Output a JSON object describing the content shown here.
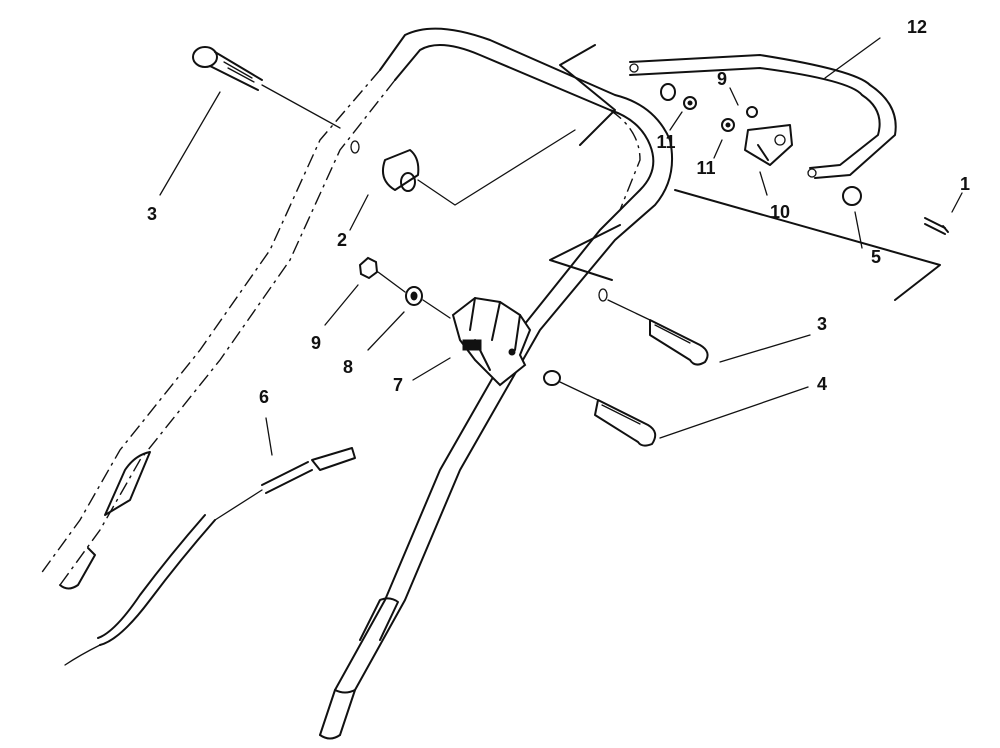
{
  "diagram": {
    "callouts": [
      {
        "id": "c1",
        "text": "1"
      },
      {
        "id": "c2",
        "text": "2"
      },
      {
        "id": "c3a",
        "text": "3"
      },
      {
        "id": "c3b",
        "text": "3"
      },
      {
        "id": "c4",
        "text": "4"
      },
      {
        "id": "c5",
        "text": "5"
      },
      {
        "id": "c6",
        "text": "6"
      },
      {
        "id": "c7",
        "text": "7"
      },
      {
        "id": "c8",
        "text": "8"
      },
      {
        "id": "c9a",
        "text": "9"
      },
      {
        "id": "c9b",
        "text": "9"
      },
      {
        "id": "c10",
        "text": "10"
      },
      {
        "id": "c11a",
        "text": "11"
      },
      {
        "id": "c11b",
        "text": "11"
      },
      {
        "id": "c12",
        "text": "12"
      }
    ]
  }
}
